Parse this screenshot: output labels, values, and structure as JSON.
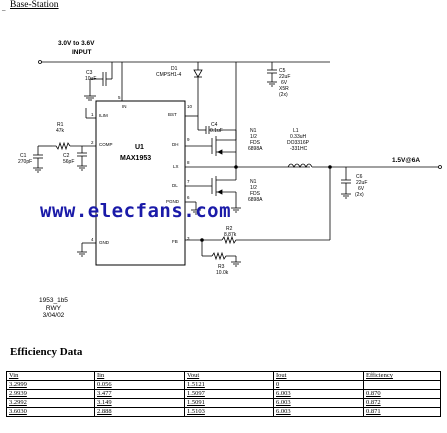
{
  "heading": "Base-Station",
  "heading_mark": "_",
  "schematic": {
    "input_voltage": "3.0V to 3.6V",
    "input_label": "INPUT",
    "ic_designator": "U1",
    "ic_part": "MAX1953",
    "pins": {
      "in": "IN",
      "ilim": "ILIM",
      "comp": "COMP",
      "bst": "BST",
      "dh": "DH",
      "lx": "LX",
      "dl": "DL",
      "pgnd": "PGND",
      "gnd": "GND",
      "fb": "FB"
    },
    "pin_numbers": {
      "in": "5",
      "ilim": "1",
      "comp": "2",
      "bst": "10",
      "dh": "9",
      "lx": "8",
      "dl": "7",
      "pgnd": "6",
      "gnd": "4",
      "fb": "3"
    },
    "components": {
      "c3": [
        "C3",
        "10uF"
      ],
      "d1": [
        "D1",
        "CMPSH1-4"
      ],
      "c5": [
        "C5",
        "22uF",
        "6V",
        "X5R",
        "(2x)"
      ],
      "r1": [
        "R1",
        "47k"
      ],
      "c1": [
        "C1",
        "270pF"
      ],
      "c2": [
        "C2",
        "56pF"
      ],
      "c4": [
        "C4",
        "0.1uF"
      ],
      "n1_high": [
        "N1",
        "1/2",
        "FDS",
        "6898A"
      ],
      "n1_low": [
        "N1",
        "1/2",
        "FDS",
        "6898A"
      ],
      "l1": [
        "L1",
        "0.33uH",
        "DO3316P",
        "-331HC"
      ],
      "c6": [
        "C6",
        "22uF",
        "6V",
        "(2x)"
      ],
      "r2": [
        "R2",
        "8.87k"
      ],
      "r3": [
        "R3",
        "10.0k"
      ]
    },
    "output_label": "1.5V@6A"
  },
  "watermark": "www.elecfans.com",
  "drawing_id": [
    "1953_1b5",
    "RWY",
    "3/04/02"
  ],
  "efficiency": {
    "title": "Efficiency Data",
    "headers": [
      "Vin",
      "Iin",
      "Vout",
      "Iout",
      "Efficiency"
    ],
    "rows": [
      [
        "3.2999",
        "0.056",
        "1.5121",
        "0",
        ""
      ],
      [
        "2.9939",
        "3.477",
        "1.5097",
        "6.003",
        "0.870"
      ],
      [
        "3.2992",
        "3.149",
        "1.5091",
        "6.003",
        "0.872"
      ],
      [
        "3.6030",
        "2.888",
        "1.5103",
        "6.003",
        "0.871"
      ]
    ]
  }
}
